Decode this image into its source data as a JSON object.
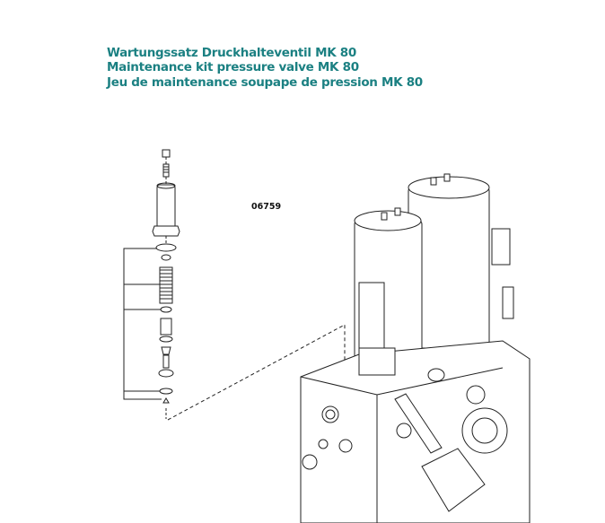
{
  "titles": {
    "de": "Wartungssatz Druckhalteventil MK 80",
    "en": "Maintenance kit pressure valve MK 80",
    "fr": "Jeu de maintenance soupape de pression MK 80"
  },
  "drawing_number": "06759",
  "colors": {
    "title": "#1b8082",
    "line": "#222222"
  }
}
